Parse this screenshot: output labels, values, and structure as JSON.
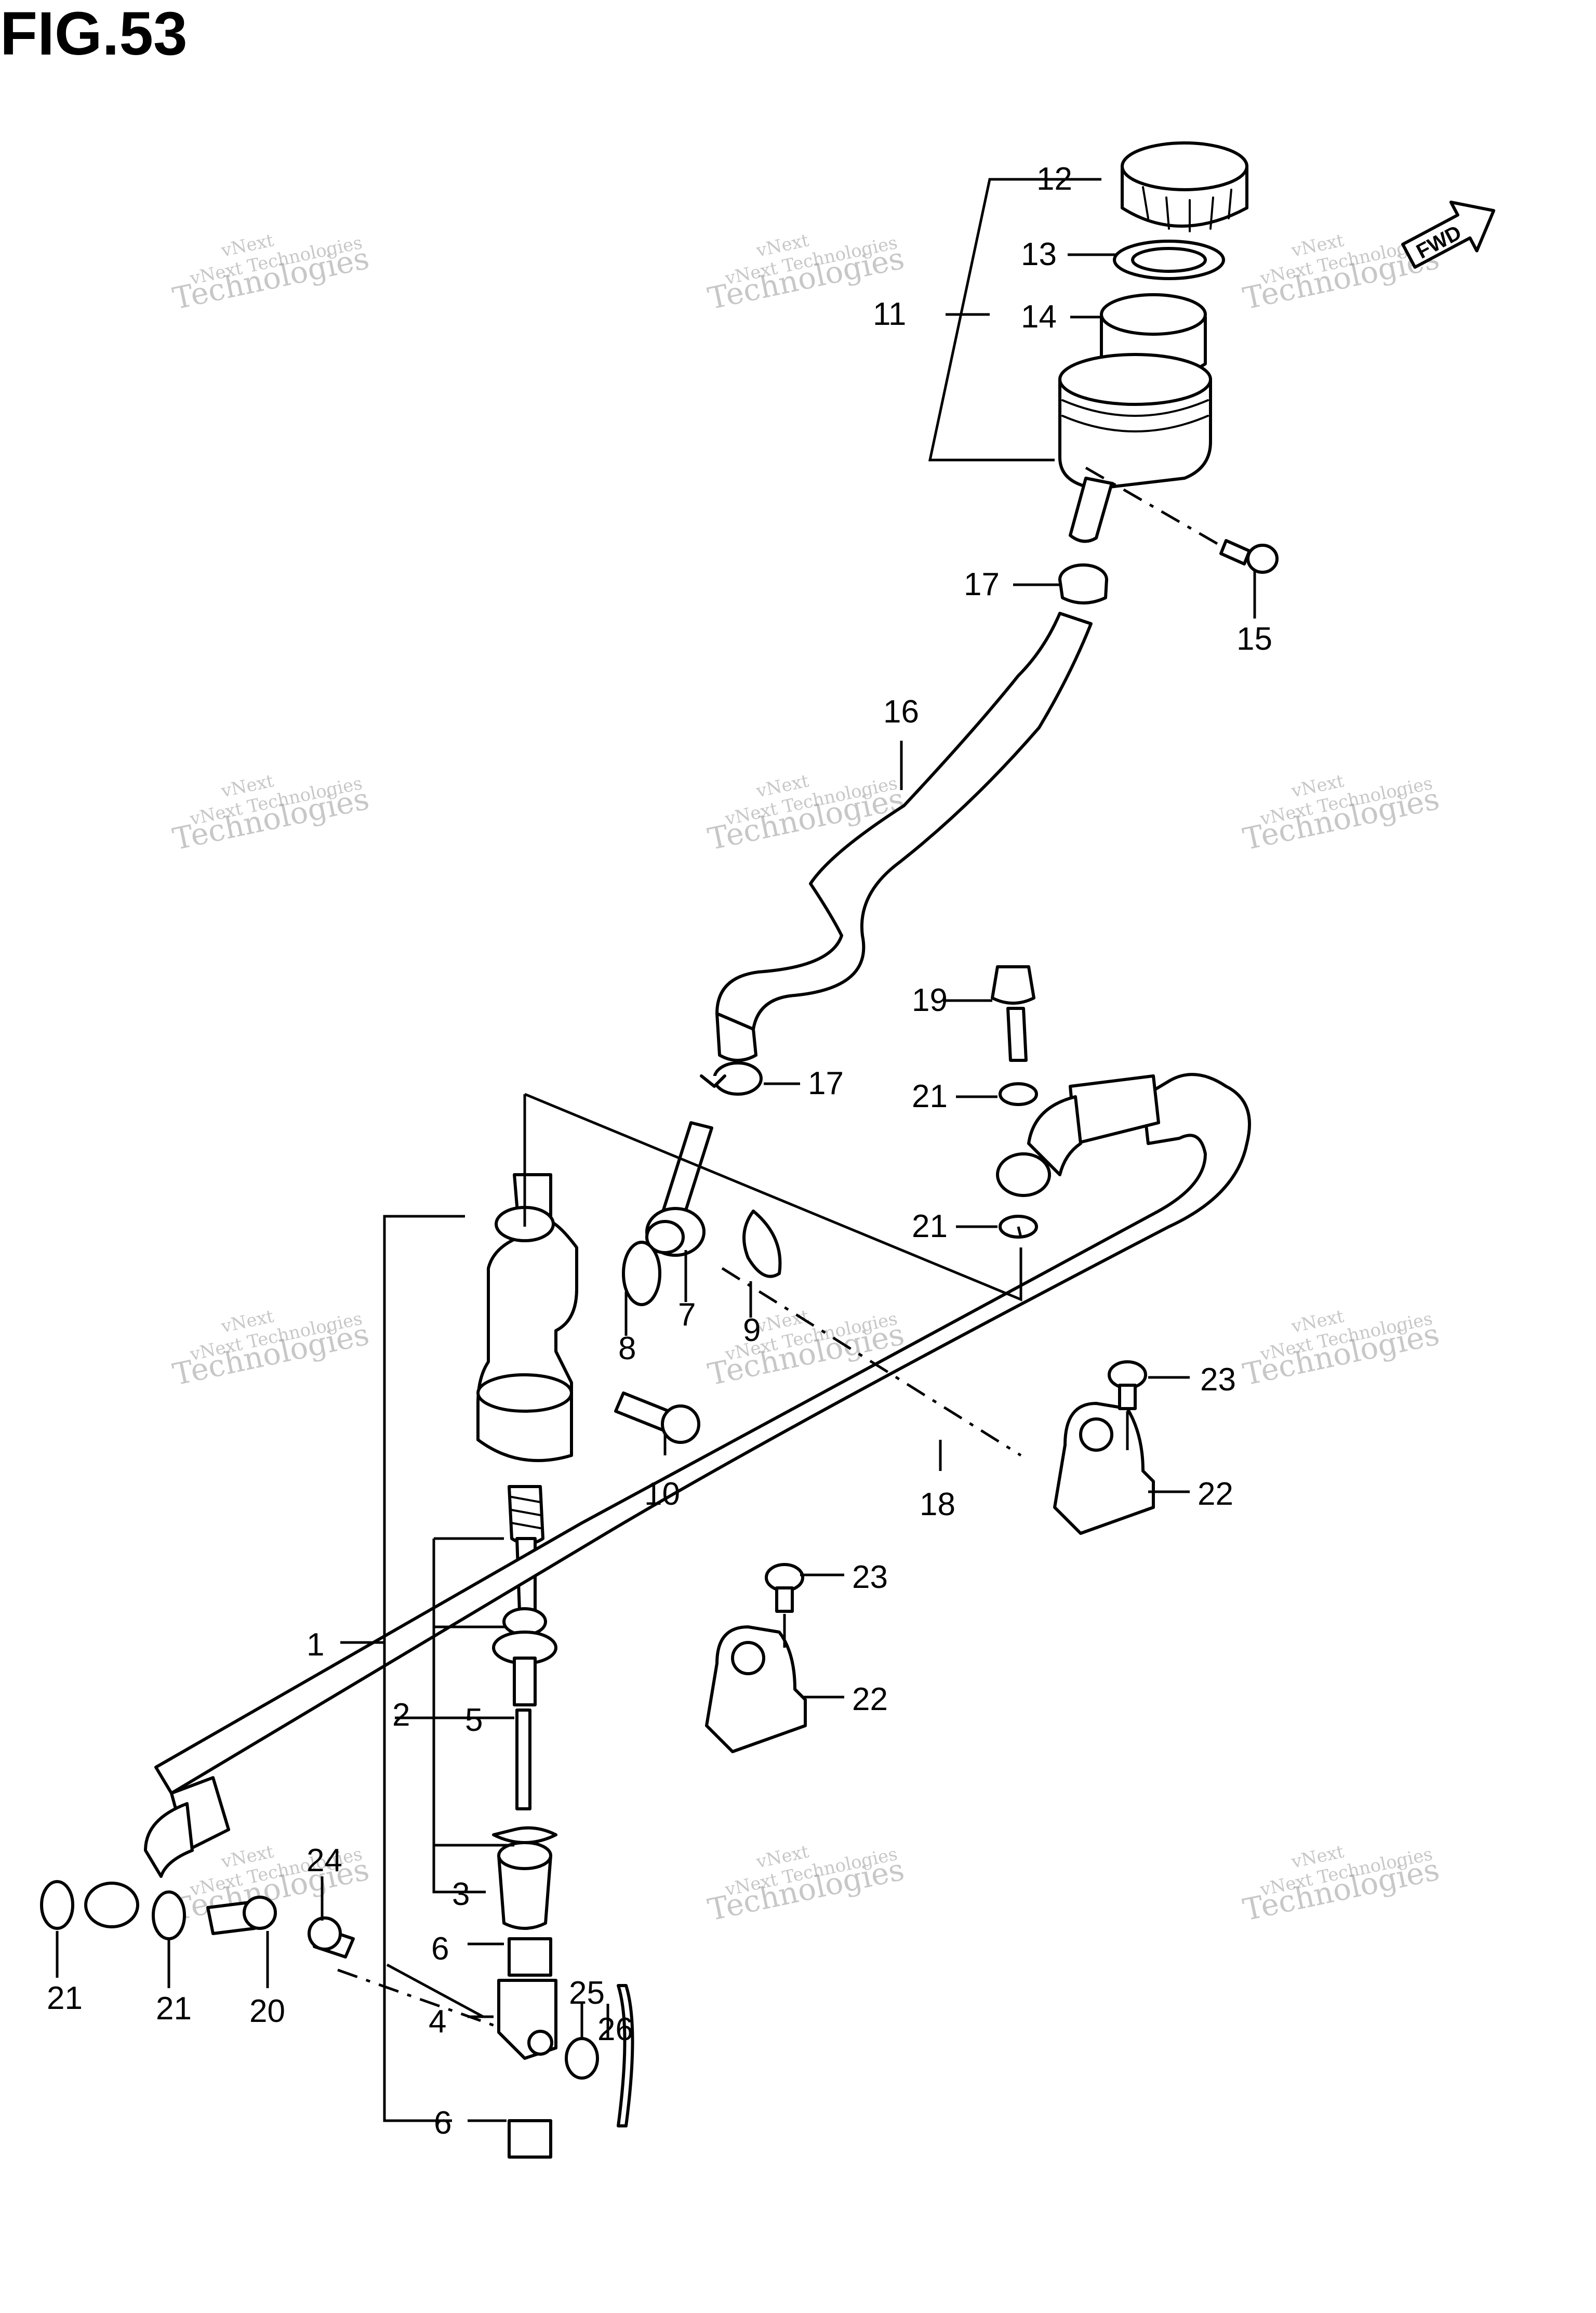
{
  "figure": {
    "title": "FIG.53",
    "direction_label": "FWD"
  },
  "watermark": {
    "line1": "vNext",
    "line2": "vNext Technologies",
    "line3": "Technologies"
  },
  "callouts": {
    "c1": "1",
    "c2": "2",
    "c3": "3",
    "c4": "4",
    "c5": "5",
    "c6a": "6",
    "c6b": "6",
    "c7": "7",
    "c8": "8",
    "c9": "9",
    "c10": "10",
    "c11": "11",
    "c12": "12",
    "c13": "13",
    "c14": "14",
    "c15": "15",
    "c16": "16",
    "c17a": "17",
    "c17b": "17",
    "c18": "18",
    "c19": "19",
    "c20": "20",
    "c21a": "21",
    "c21b": "21",
    "c21c": "21",
    "c21d": "21",
    "c22a": "22",
    "c22b": "22",
    "c23a": "23",
    "c23b": "23",
    "c24": "24",
    "c25": "25",
    "c26": "26"
  }
}
